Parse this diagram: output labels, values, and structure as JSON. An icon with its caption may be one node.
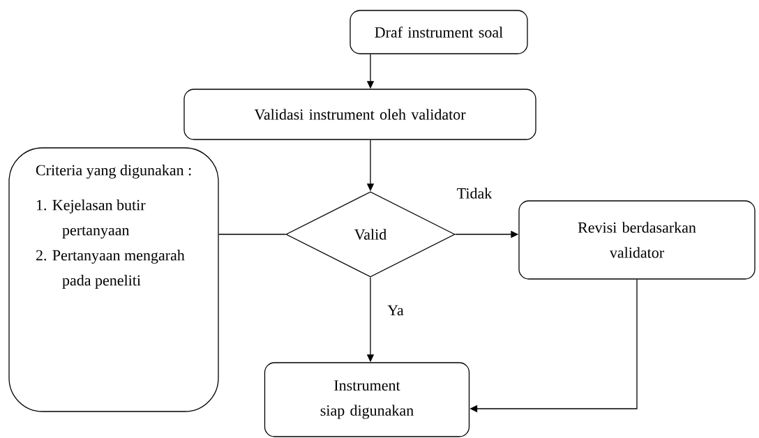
{
  "diagram": {
    "nodes": [
      {
        "text": [
          "Draf instrument soal"
        ]
      },
      {
        "text": [
          "Validasi instrument oleh validator"
        ]
      },
      {
        "text": [
          "Criteria yang digunakan :",
          "1. Kejelasan butir pertanyaan",
          "2. Pertanyaan mengarah pada peneliti"
        ]
      },
      {
        "text": [
          "Valid"
        ]
      },
      {
        "text": [
          "Revisi berdasarkan validator"
        ]
      },
      {
        "text": [
          "Instrument siap digunakan"
        ]
      }
    ],
    "edges": [
      {
        "from": 0,
        "to": 1,
        "arrow": "to"
      },
      {
        "from": 1,
        "to": 3,
        "arrow": "to"
      },
      {
        "from": 2,
        "to": 3,
        "arrow": "none"
      },
      {
        "from": 3,
        "to": 4,
        "arrow": "to",
        "label": "Tidak"
      },
      {
        "from": 3,
        "to": 5,
        "arrow": "to",
        "label": "Ya"
      },
      {
        "from": 4,
        "to": 5,
        "arrow": "to"
      }
    ]
  }
}
